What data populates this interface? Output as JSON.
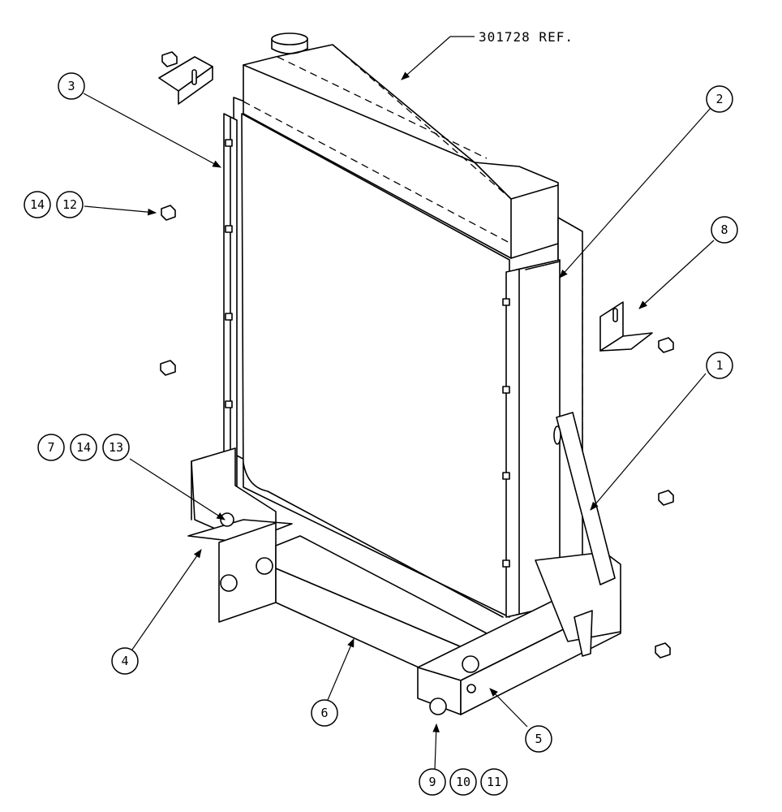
{
  "reference_label": "301728 REF.",
  "callouts": {
    "c1": "1",
    "c2": "2",
    "c3": "3",
    "c4": "4",
    "c5": "5",
    "c6": "6",
    "c7": "7",
    "c8": "8",
    "c9": "9",
    "c10": "10",
    "c11": "11",
    "c12": "12",
    "c13": "13",
    "c14a": "14",
    "c14b": "14"
  }
}
